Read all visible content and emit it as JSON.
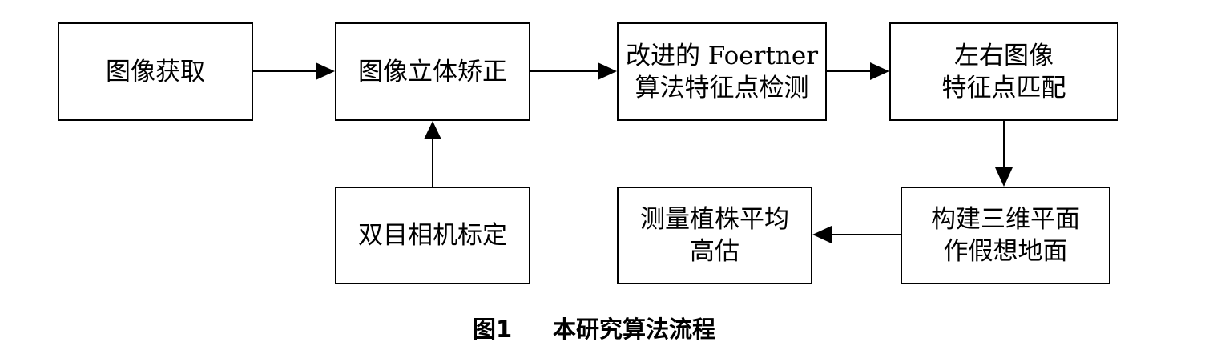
{
  "nodes": {
    "acquisition": {
      "lines": [
        "图像获取"
      ]
    },
    "rectification": {
      "lines": [
        "图像立体矫正"
      ]
    },
    "detection": {
      "lines": [
        "改进的 Foertner",
        "算法特征点检测"
      ]
    },
    "matching": {
      "lines": [
        "左右图像",
        "特征点匹配"
      ]
    },
    "calibration": {
      "lines": [
        "双目相机标定"
      ]
    },
    "plane": {
      "lines": [
        "构建三维平面",
        "作假想地面"
      ]
    },
    "measure": {
      "lines": [
        "测量植株平均",
        "高估"
      ]
    }
  },
  "edges": [
    {
      "from": "acquisition",
      "to": "rectification"
    },
    {
      "from": "rectification",
      "to": "detection"
    },
    {
      "from": "detection",
      "to": "matching"
    },
    {
      "from": "calibration",
      "to": "rectification"
    },
    {
      "from": "matching",
      "to": "plane"
    },
    {
      "from": "plane",
      "to": "measure"
    }
  ],
  "caption": {
    "figure_label": "图1",
    "title": "本研究算法流程"
  },
  "colors": {
    "line": "#000000",
    "background": "#ffffff"
  }
}
